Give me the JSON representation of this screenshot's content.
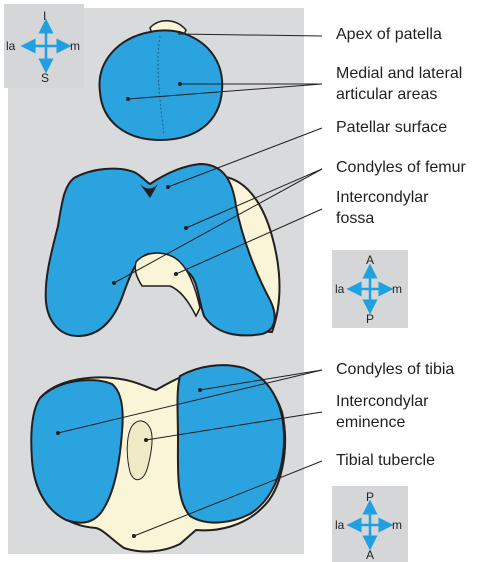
{
  "colors": {
    "panel": "#d9dadb",
    "articular": "#2aa3df",
    "bone": "#f9f5d6",
    "outline": "#231f20",
    "arrow": "#1fa0e0",
    "compass_box": "#d5d6d8"
  },
  "labels": {
    "apex_patella": "Apex of patella",
    "medial_lateral_articular": "Medial and lateral\narticular areas",
    "patellar_surface": "Patellar surface",
    "condyles_femur": "Condyles of femur",
    "intercondylar_fossa": "Intercondylar\nfossa",
    "condyles_tibia": "Condyles of tibia",
    "intercondylar_eminence": "Intercondylar\neminence",
    "tibial_tubercle": "Tibial tubercle"
  },
  "compasses": [
    {
      "top": "I",
      "left": "la",
      "right": "m",
      "bottom": "S"
    },
    {
      "top": "A",
      "left": "la",
      "right": "m",
      "bottom": "P"
    },
    {
      "top": "P",
      "left": "la",
      "right": "m",
      "bottom": "A"
    }
  ]
}
